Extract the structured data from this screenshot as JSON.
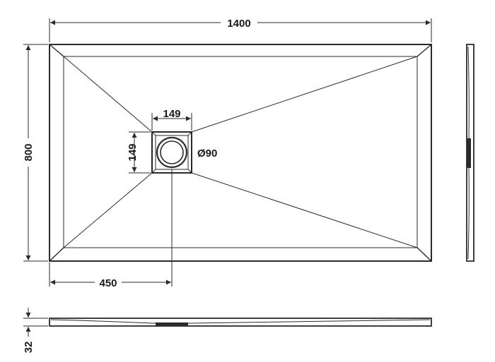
{
  "diagram": {
    "line_color": "#2a2a2a",
    "background": "#ffffff",
    "dimensions": {
      "overall_width": "1400",
      "overall_depth": "800",
      "waste_width": "149",
      "waste_depth": "149",
      "waste_diameter": "Ø90",
      "waste_offset": "450",
      "tray_height": "32"
    }
  }
}
